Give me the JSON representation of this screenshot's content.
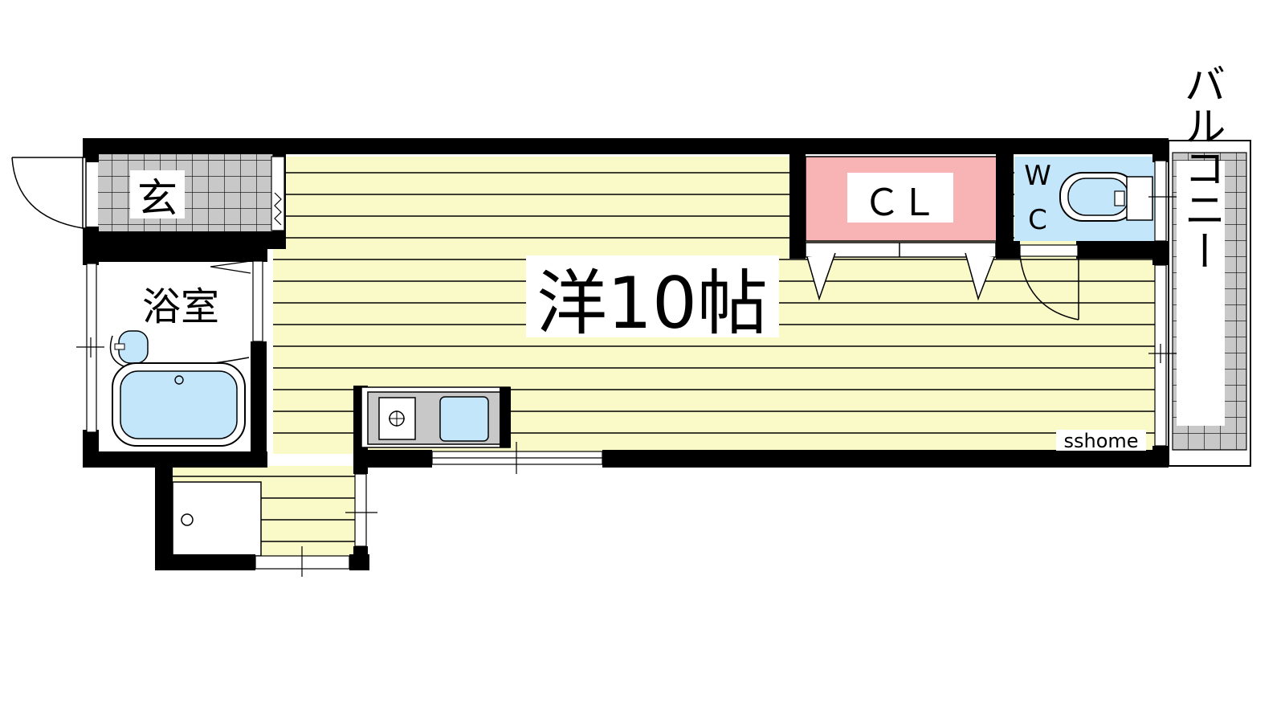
{
  "labels": {
    "entrance": "玄",
    "bathroom": "浴室",
    "western_room": "洋10帖",
    "closet": "ＣＬ",
    "wc_top": "W",
    "wc_bottom": "C",
    "balcony": "バルコニー",
    "watermark": "sshome"
  },
  "colors": {
    "floor": "#fafac8",
    "closet": "#f8b4b4",
    "water": "#c4e6fa",
    "tile": "#c8c8c8",
    "wall": "#000000"
  }
}
